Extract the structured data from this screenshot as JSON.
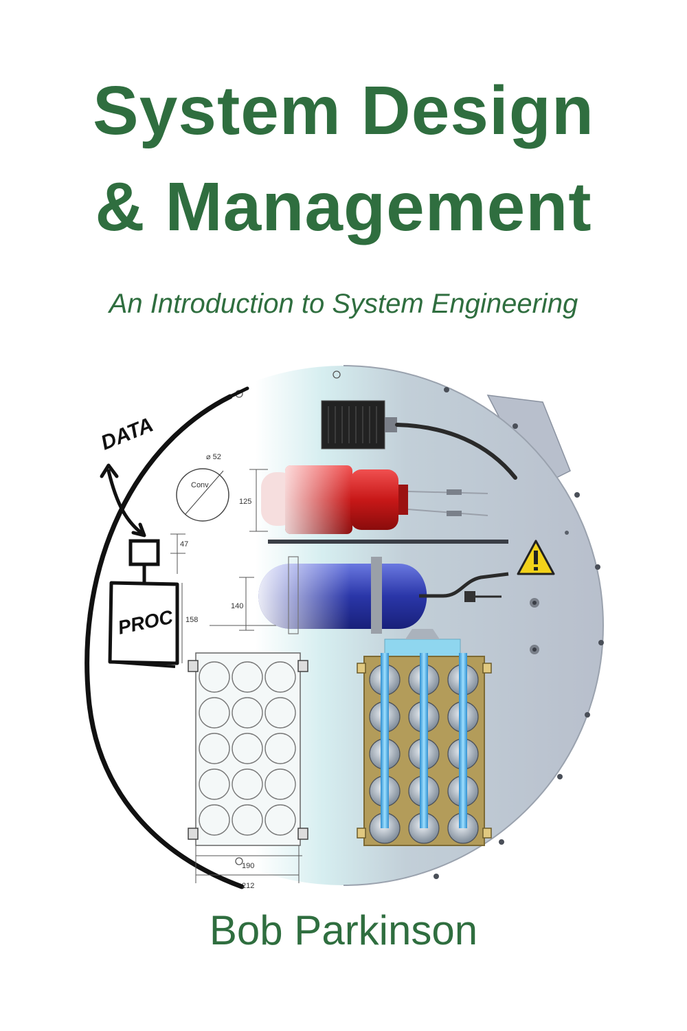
{
  "cover": {
    "title_line1": "System Design",
    "title_line2": "& Management",
    "subtitle": "An Introduction to System Engineering",
    "author": "Bob Parkinson"
  },
  "illustration": {
    "sketch_labels": {
      "data": "DATA",
      "proc": "PROC"
    },
    "dimensions": {
      "diameter": "⌀ 52",
      "conv": "Conv",
      "d125": "125",
      "d47": "47",
      "d140": "140",
      "d158": "158",
      "d190": "190",
      "d212": "212"
    },
    "warning_icon": "warning-triangle-icon"
  },
  "colors": {
    "title_green": "#2f6e3f",
    "plate_grey": "#c6ccd6",
    "red_component": "#cc1f1f",
    "blue_tank": "#2c3cb0",
    "battery_gold": "#b39c5a",
    "cooling_blue": "#59b7ea",
    "warning_yellow": "#f3d21a"
  }
}
